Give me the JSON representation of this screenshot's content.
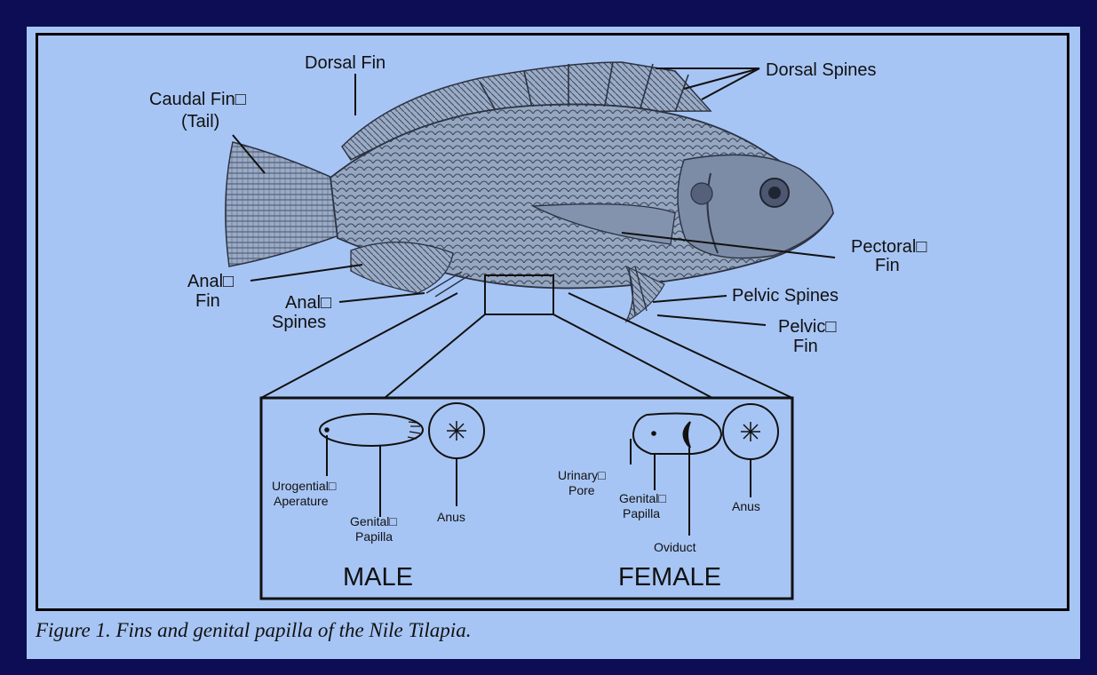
{
  "labels": {
    "dorsal_fin": "Dorsal Fin",
    "dorsal_spines": "Dorsal Spines",
    "caudal_fin_1": "Caudal Fin□",
    "caudal_fin_2": "(Tail)",
    "pectoral_fin_1": "Pectoral□",
    "pectoral_fin_2": "Fin",
    "anal_fin_1": "Anal□",
    "anal_fin_2": "Fin",
    "anal_spines_1": "Anal□",
    "anal_spines_2": "Spines",
    "pelvic_spines": "Pelvic Spines",
    "pelvic_fin_1": "Pelvic□",
    "pelvic_fin_2": "Fin"
  },
  "inset": {
    "male": {
      "title": "MALE",
      "urogenital_1": "Urogential□",
      "urogenital_2": "Aperature",
      "genital_1": "Genital□",
      "genital_2": "Papilla",
      "anus": "Anus"
    },
    "female": {
      "title": "FEMALE",
      "urinary_1": "Urinary□",
      "urinary_2": "Pore",
      "genital_1": "Genital□",
      "genital_2": "Papilla",
      "oviduct": "Oviduct",
      "anus": "Anus"
    }
  },
  "caption": "Figure 1. Fins and genital papilla of the Nile Tilapia.",
  "colors": {
    "frame": "#0d0d55",
    "background": "#a7c5f4",
    "ink": "#111111",
    "fish_fill": "#8f9fb8"
  }
}
